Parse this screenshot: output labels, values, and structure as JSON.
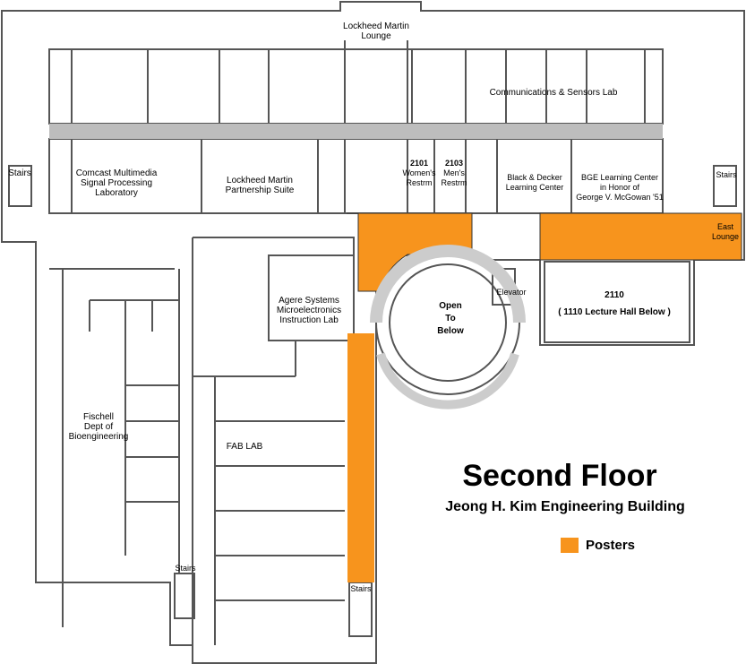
{
  "title": "Second Floor",
  "subtitle": "Jeong H. Kim Engineering Building",
  "legend": {
    "posters": "Posters"
  },
  "colors": {
    "posters": "#F7941D",
    "hall": "#bdbdbd",
    "wall": "#555555"
  },
  "rooms": {
    "lm_lounge": [
      "Lockheed Martin",
      "Lounge"
    ],
    "comm_lab": "Communications & Sensors Lab",
    "stairs_w": "Stairs",
    "comcast": [
      "Comcast Multimedia",
      "Signal Processing",
      "Laboratory"
    ],
    "lm_suite": [
      "Lockheed Martin",
      "Partnership Suite"
    ],
    "womens": [
      "2101",
      "Women's",
      "Restrm"
    ],
    "mens": [
      "2103",
      "Men's",
      "Restrm"
    ],
    "bd": [
      "Black & Decker",
      "Learning Center"
    ],
    "bge": [
      "BGE Learning Center",
      "in Honor of",
      "George V. McGowan '51"
    ],
    "stairs_e": "Stairs",
    "east_lounge": [
      "East",
      "Lounge"
    ],
    "agere": [
      "Agere Systems",
      "Microelectronics",
      "Instruction Lab"
    ],
    "open": [
      "Open",
      "To",
      "Below"
    ],
    "elevator": "Elevator",
    "lecture": [
      "2110",
      "( 1110 Lecture Hall Below )"
    ],
    "fischell": [
      "Fischell",
      "Dept of",
      "Bioengineering"
    ],
    "fab": "FAB LAB",
    "stairs_sw": "Stairs",
    "stairs_s": "Stairs"
  }
}
